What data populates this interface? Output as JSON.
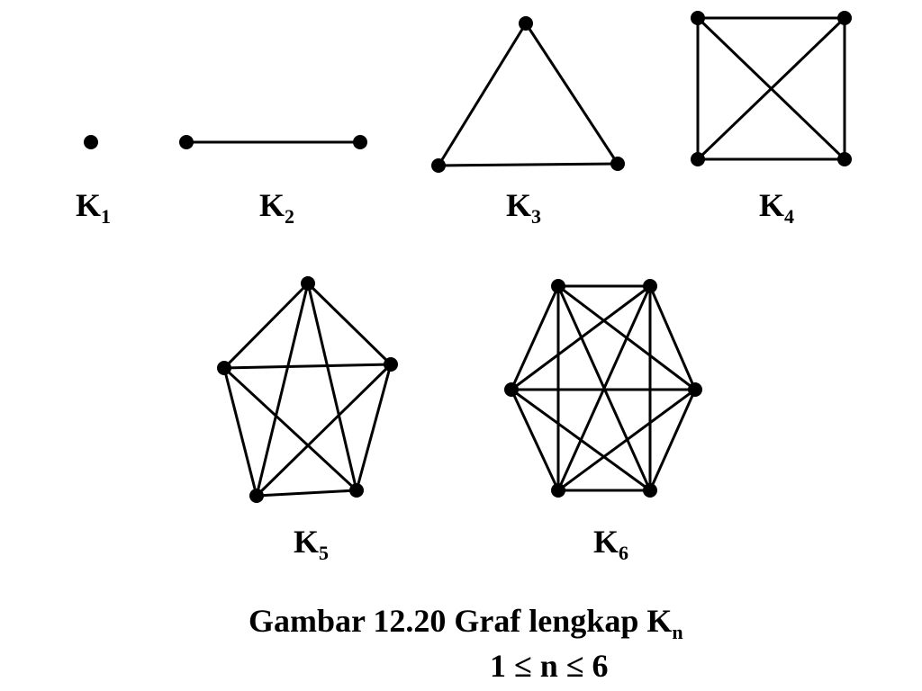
{
  "colors": {
    "ink": "#000000",
    "background": "#ffffff"
  },
  "graphs": [
    {
      "id": "k1",
      "label_base": "K",
      "label_sub": "1",
      "vertices": 1,
      "edges": 0
    },
    {
      "id": "k2",
      "label_base": "K",
      "label_sub": "2",
      "vertices": 2,
      "edges": 1
    },
    {
      "id": "k3",
      "label_base": "K",
      "label_sub": "3",
      "vertices": 3,
      "edges": 3
    },
    {
      "id": "k4",
      "label_base": "K",
      "label_sub": "4",
      "vertices": 4,
      "edges": 6
    },
    {
      "id": "k5",
      "label_base": "K",
      "label_sub": "5",
      "vertices": 5,
      "edges": 10
    },
    {
      "id": "k6",
      "label_base": "K",
      "label_sub": "6",
      "vertices": 6,
      "edges": 15
    }
  ],
  "caption": {
    "prefix": "Gambar 12.20  Graf lengkap K",
    "sub": "n",
    "range": "1 ≤ n ≤ 6"
  }
}
